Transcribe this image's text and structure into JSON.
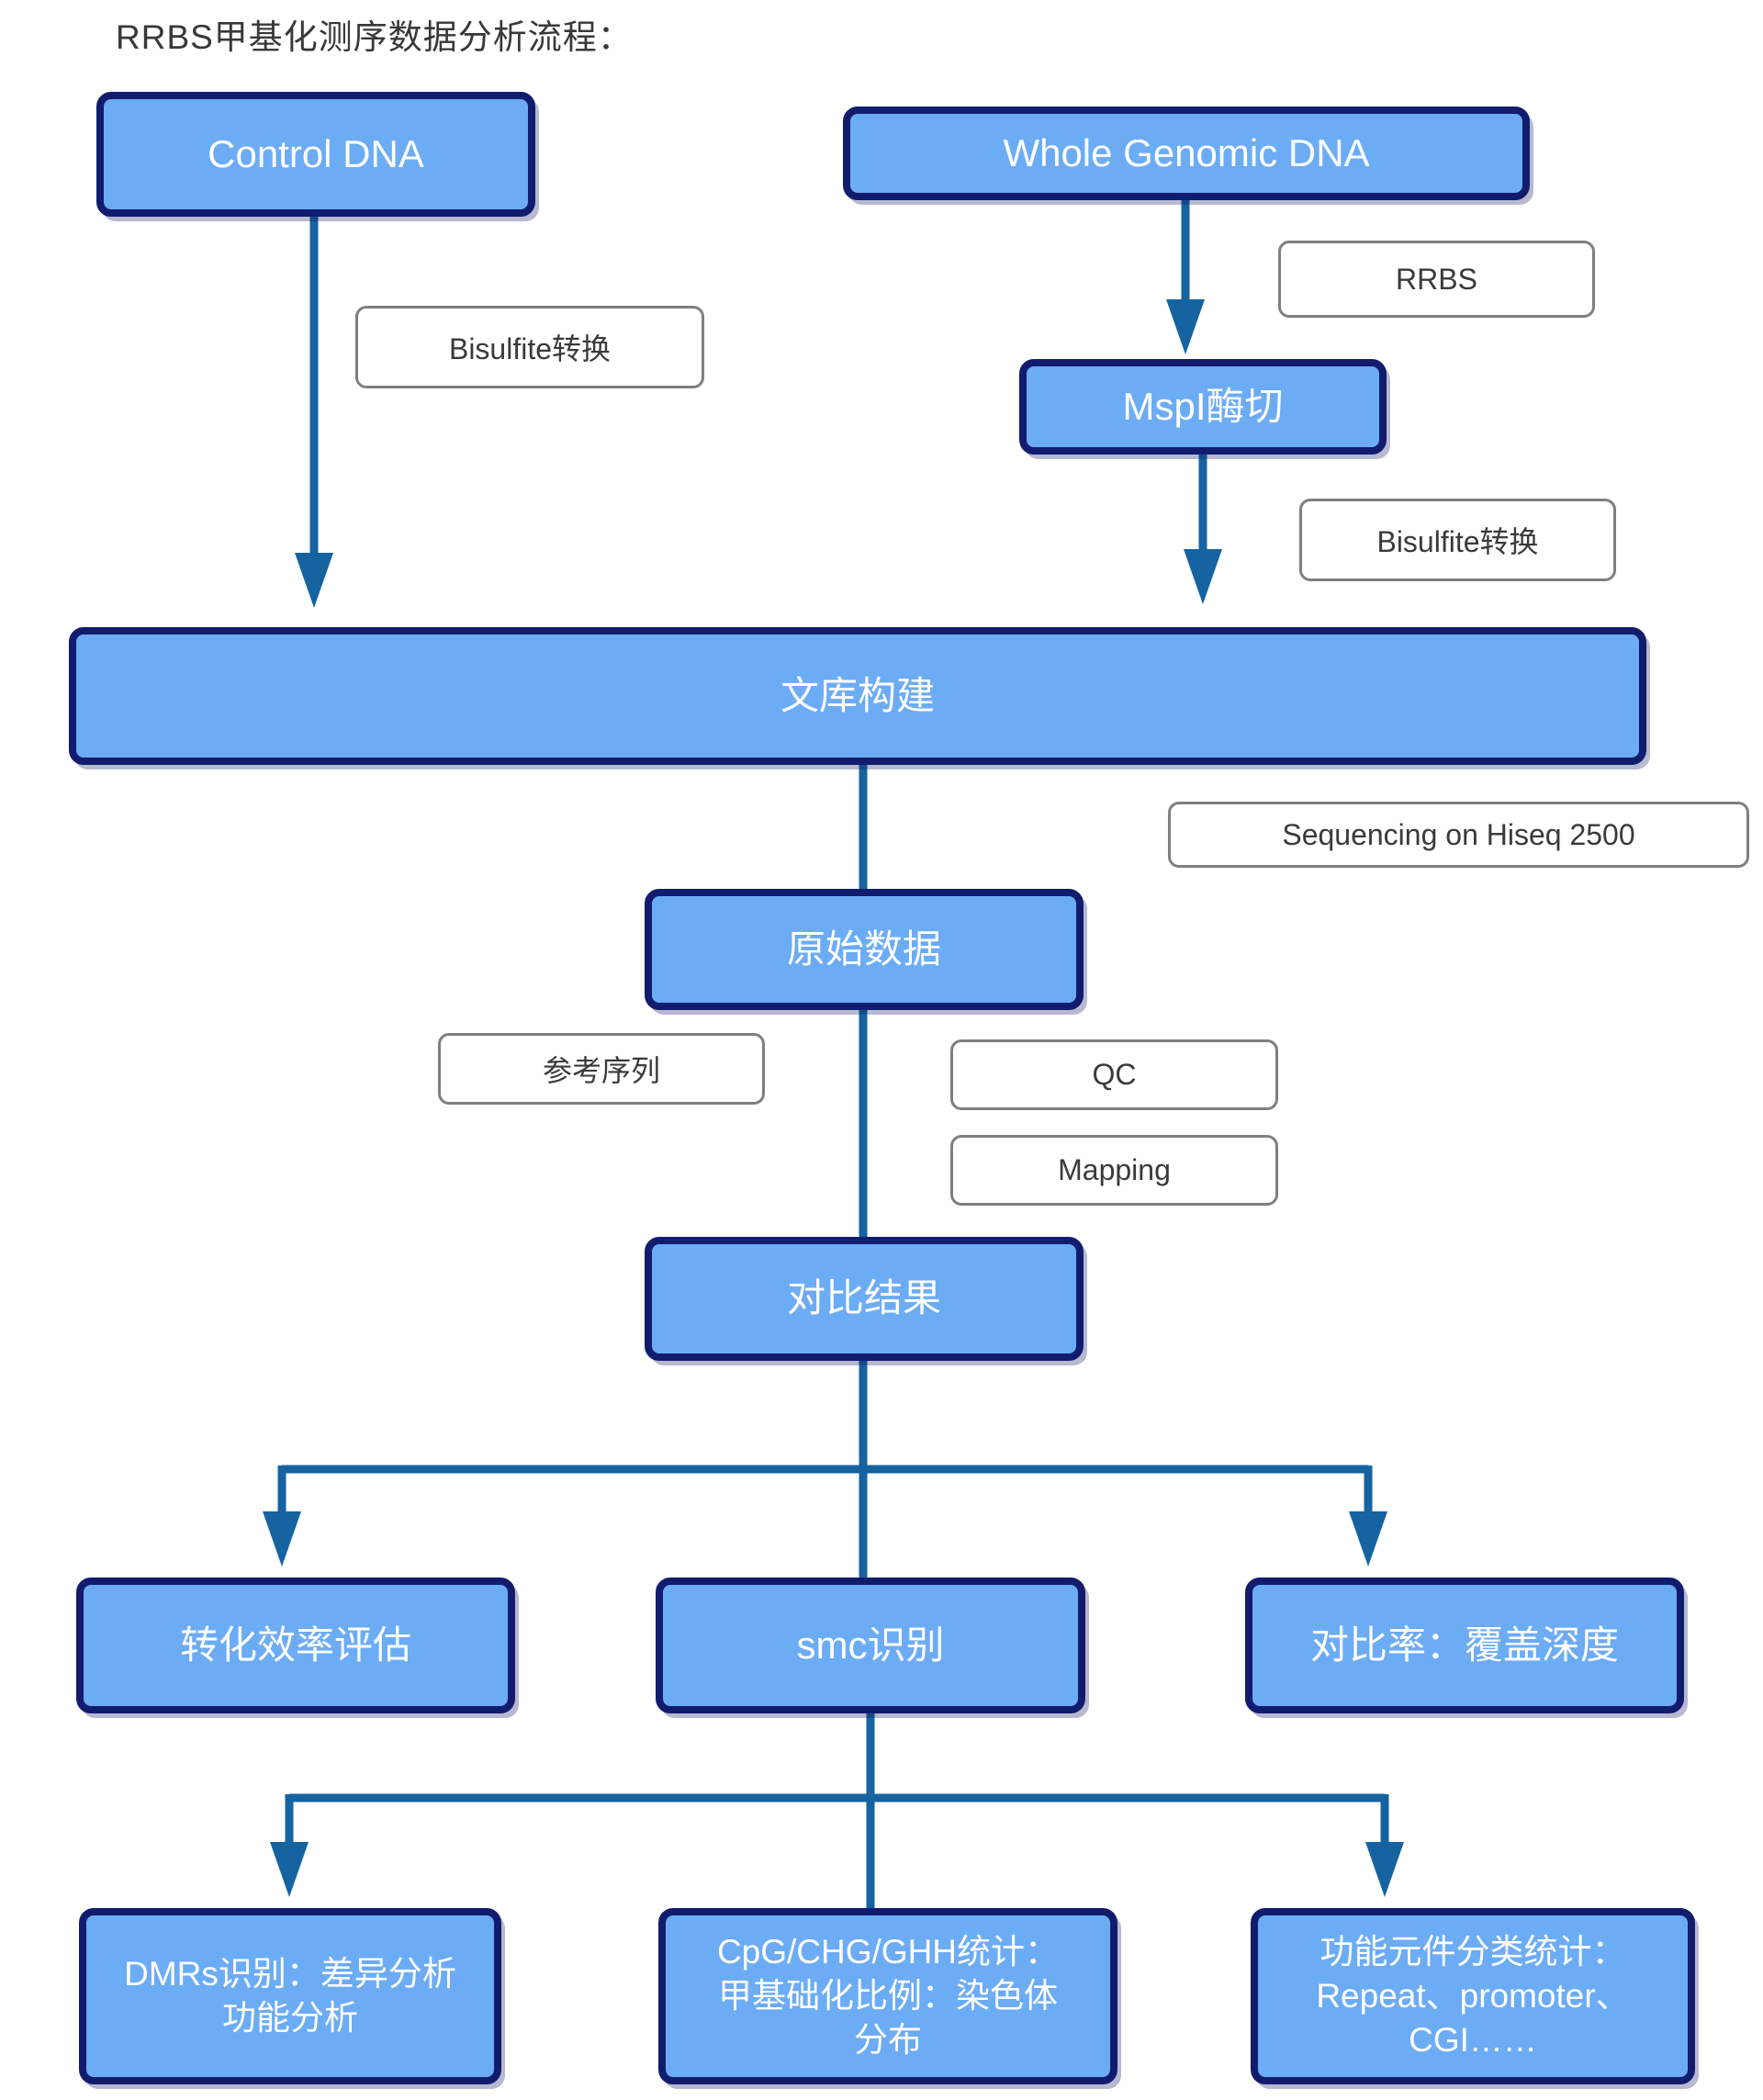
{
  "title": "RRBS甲基化测序数据分析流程：",
  "nodes": {
    "control_dna": "Control DNA",
    "whole_genomic_dna": "Whole Genomic DNA",
    "mspi_digestion": "MspI酶切",
    "library_construction": "文库构建",
    "raw_data": "原始数据",
    "alignment_result": "对比结果",
    "conversion_efficiency": "转化效率评估",
    "smc_identification": "smc识别",
    "alignment_rate_coverage": "对比率：覆盖深度",
    "dmrs_identification": "DMRs识别：差异分析\n功能分析",
    "cpg_chg_ghh_stats": "CpG/CHG/GHH统计：\n甲基础化比例：染色体\n分布",
    "functional_elements": "功能元件分类统计：\nRepeat、promoter、\nCGI……"
  },
  "labels": {
    "bisulfite_left": "Bisulfite转换",
    "rrbs": "RRBS",
    "bisulfite_right": "Bisulfite转换",
    "sequencing": "Sequencing on Hiseq 2500",
    "reference_sequence": "参考序列",
    "qc": "QC",
    "mapping": "Mapping"
  },
  "colors": {
    "node_fill": "#6CACF5",
    "node_border": "#121C6E",
    "arrow": "#1563A0",
    "label_border": "#7F7F7F",
    "label_text": "#3A3A3A",
    "node_text": "#FFFFFF",
    "title_text": "#383838",
    "background": "#FFFFFF"
  }
}
